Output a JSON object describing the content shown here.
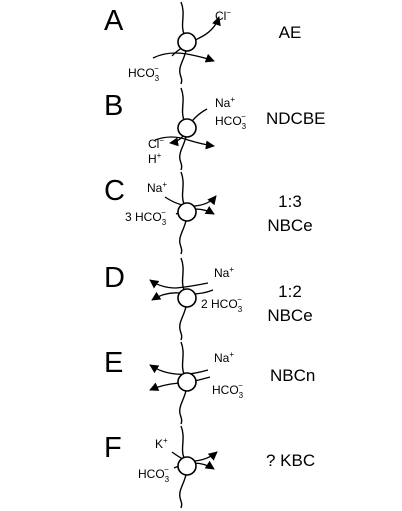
{
  "transporters": [
    {
      "letter": "A",
      "name_lines": [
        "AE"
      ],
      "ions": [
        {
          "base": "Cl",
          "sup": "−",
          "sub": ""
        },
        {
          "base": "HCO",
          "sup": "−",
          "sub": "3"
        }
      ]
    },
    {
      "letter": "B",
      "name_lines": [
        "NDCBE"
      ],
      "ions": [
        {
          "base": "Na",
          "sup": "+",
          "sub": ""
        },
        {
          "base": "HCO",
          "sup": "−",
          "sub": "3"
        },
        {
          "base": "Cl",
          "sup": "−",
          "sub": ""
        },
        {
          "base": "H",
          "sup": "+",
          "sub": ""
        }
      ]
    },
    {
      "letter": "C",
      "name_lines": [
        "1:3",
        "NBCe"
      ],
      "ions": [
        {
          "base": "Na",
          "sup": "+",
          "sub": ""
        },
        {
          "base": "3 HCO",
          "sup": "−",
          "sub": "3"
        }
      ]
    },
    {
      "letter": "D",
      "name_lines": [
        "1:2",
        "NBCe"
      ],
      "ions": [
        {
          "base": "Na",
          "sup": "+",
          "sub": ""
        },
        {
          "base": "2 HCO",
          "sup": "−",
          "sub": "3"
        }
      ]
    },
    {
      "letter": "E",
      "name_lines": [
        "NBCn"
      ],
      "ions": [
        {
          "base": "Na",
          "sup": "+",
          "sub": ""
        },
        {
          "base": "HCO",
          "sup": "−",
          "sub": "3"
        }
      ]
    },
    {
      "letter": "F",
      "name_lines": [
        "? KBC"
      ],
      "ions": [
        {
          "base": "K",
          "sup": "+",
          "sub": ""
        },
        {
          "base": "HCO",
          "sup": "−",
          "sub": "3"
        }
      ]
    }
  ]
}
